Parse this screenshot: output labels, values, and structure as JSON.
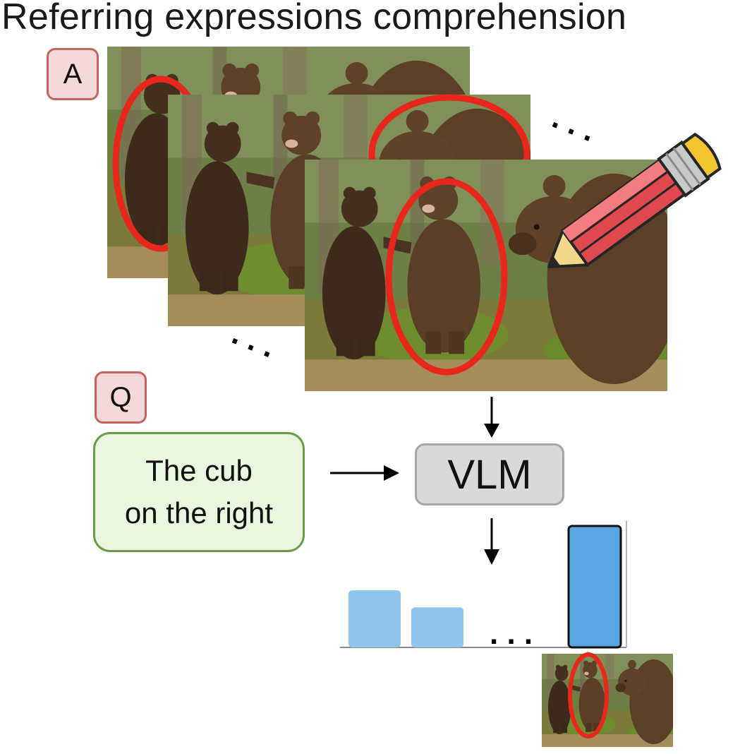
{
  "title": "Referring expressions comprehension",
  "tags": {
    "answers": "A",
    "question": "Q"
  },
  "query": {
    "line1": "The cub",
    "line2": "on the right"
  },
  "model": {
    "label": "VLM"
  },
  "ellipsis": {
    "stack_top": ". . .",
    "stack_bottom": ". . .",
    "bars": ". . ."
  },
  "colors": {
    "marker_red": "#e8261c",
    "tag_fill": "#f3d9d9",
    "tag_border": "#c8625f",
    "query_fill": "#eaf6df",
    "query_border": "#6a9a4a",
    "vlm_fill": "#d9d9d9",
    "vlm_border": "#a6a6a6",
    "bar_light": "#92c5ea",
    "bar_selected": "#5aa5e2"
  },
  "icons": {
    "annotation": "pencil-icon",
    "photo": "bear-photo"
  },
  "chart_data": {
    "type": "bar",
    "categories": [
      "",
      "",
      "",
      ""
    ],
    "values": [
      0.47,
      0.33,
      0.0,
      1.0
    ],
    "highlight_index": 3,
    "ylim": [
      0,
      1
    ],
    "title": "",
    "xlabel": "",
    "ylabel": ""
  }
}
